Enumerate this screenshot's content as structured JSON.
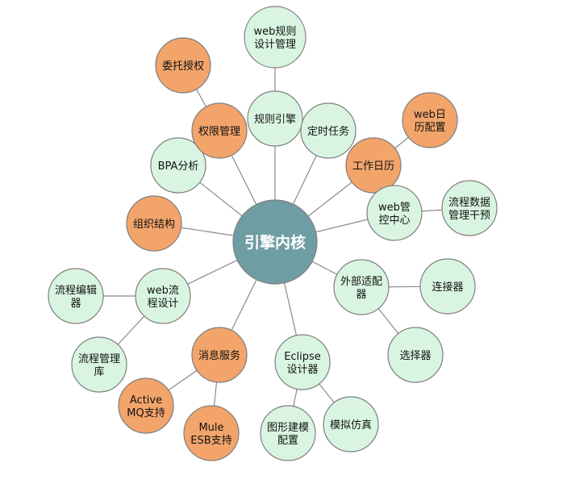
{
  "colors": {
    "center_fill": "#6e9ea3",
    "green_fill": "#d9f5e1",
    "orange_fill": "#f2a46b"
  },
  "center": {
    "label": "引擎内核"
  },
  "nodes": [
    {
      "id": "rule_engine",
      "lines": [
        "规则引擎"
      ],
      "type": "green"
    },
    {
      "id": "web_rule_design",
      "lines": [
        "web规则",
        "设计管理"
      ],
      "type": "green"
    },
    {
      "id": "timer_task",
      "lines": [
        "定时任务"
      ],
      "type": "green"
    },
    {
      "id": "work_calendar",
      "lines": [
        "工作日历"
      ],
      "type": "orange"
    },
    {
      "id": "web_calendar",
      "lines": [
        "web日",
        "历配置"
      ],
      "type": "orange"
    },
    {
      "id": "web_console",
      "lines": [
        "web管",
        "控中心"
      ],
      "type": "green"
    },
    {
      "id": "flow_data_mgmt",
      "lines": [
        "流程数据",
        "管理干预"
      ],
      "type": "green"
    },
    {
      "id": "external_adapter",
      "lines": [
        "外部适配",
        "器"
      ],
      "type": "green"
    },
    {
      "id": "connector",
      "lines": [
        "连接器"
      ],
      "type": "green"
    },
    {
      "id": "selector",
      "lines": [
        "选择器"
      ],
      "type": "green"
    },
    {
      "id": "eclipse_designer",
      "lines": [
        "Eclipse",
        "设计器"
      ],
      "type": "green"
    },
    {
      "id": "graph_model_config",
      "lines": [
        "图形建模",
        "配置"
      ],
      "type": "green"
    },
    {
      "id": "simulation",
      "lines": [
        "模拟仿真"
      ],
      "type": "green"
    },
    {
      "id": "message_service",
      "lines": [
        "消息服务"
      ],
      "type": "orange"
    },
    {
      "id": "activemq_support",
      "lines": [
        "Active",
        "MQ支持"
      ],
      "type": "orange"
    },
    {
      "id": "mule_esb_support",
      "lines": [
        "Mule",
        "ESB支持"
      ],
      "type": "orange"
    },
    {
      "id": "web_flow_design",
      "lines": [
        "web流",
        "程设计"
      ],
      "type": "green"
    },
    {
      "id": "flow_editor",
      "lines": [
        "流程编辑",
        "器"
      ],
      "type": "green"
    },
    {
      "id": "flow_repo",
      "lines": [
        "流程管理",
        "库"
      ],
      "type": "green"
    },
    {
      "id": "org_structure",
      "lines": [
        "组织结构"
      ],
      "type": "orange"
    },
    {
      "id": "bpa_analysis",
      "lines": [
        "BPA分析"
      ],
      "type": "green"
    },
    {
      "id": "permission_mgmt",
      "lines": [
        "权限管理"
      ],
      "type": "orange"
    },
    {
      "id": "delegation",
      "lines": [
        "委托授权"
      ],
      "type": "orange"
    }
  ],
  "edges": [
    [
      "center",
      "rule_engine"
    ],
    [
      "rule_engine",
      "web_rule_design"
    ],
    [
      "center",
      "timer_task"
    ],
    [
      "center",
      "work_calendar"
    ],
    [
      "work_calendar",
      "web_calendar"
    ],
    [
      "center",
      "web_console"
    ],
    [
      "web_console",
      "flow_data_mgmt"
    ],
    [
      "center",
      "external_adapter"
    ],
    [
      "external_adapter",
      "connector"
    ],
    [
      "external_adapter",
      "selector"
    ],
    [
      "center",
      "eclipse_designer"
    ],
    [
      "eclipse_designer",
      "graph_model_config"
    ],
    [
      "eclipse_designer",
      "simulation"
    ],
    [
      "center",
      "message_service"
    ],
    [
      "message_service",
      "activemq_support"
    ],
    [
      "message_service",
      "mule_esb_support"
    ],
    [
      "center",
      "web_flow_design"
    ],
    [
      "web_flow_design",
      "flow_editor"
    ],
    [
      "web_flow_design",
      "flow_repo"
    ],
    [
      "center",
      "org_structure"
    ],
    [
      "center",
      "bpa_analysis"
    ],
    [
      "center",
      "permission_mgmt"
    ],
    [
      "permission_mgmt",
      "delegation"
    ]
  ]
}
